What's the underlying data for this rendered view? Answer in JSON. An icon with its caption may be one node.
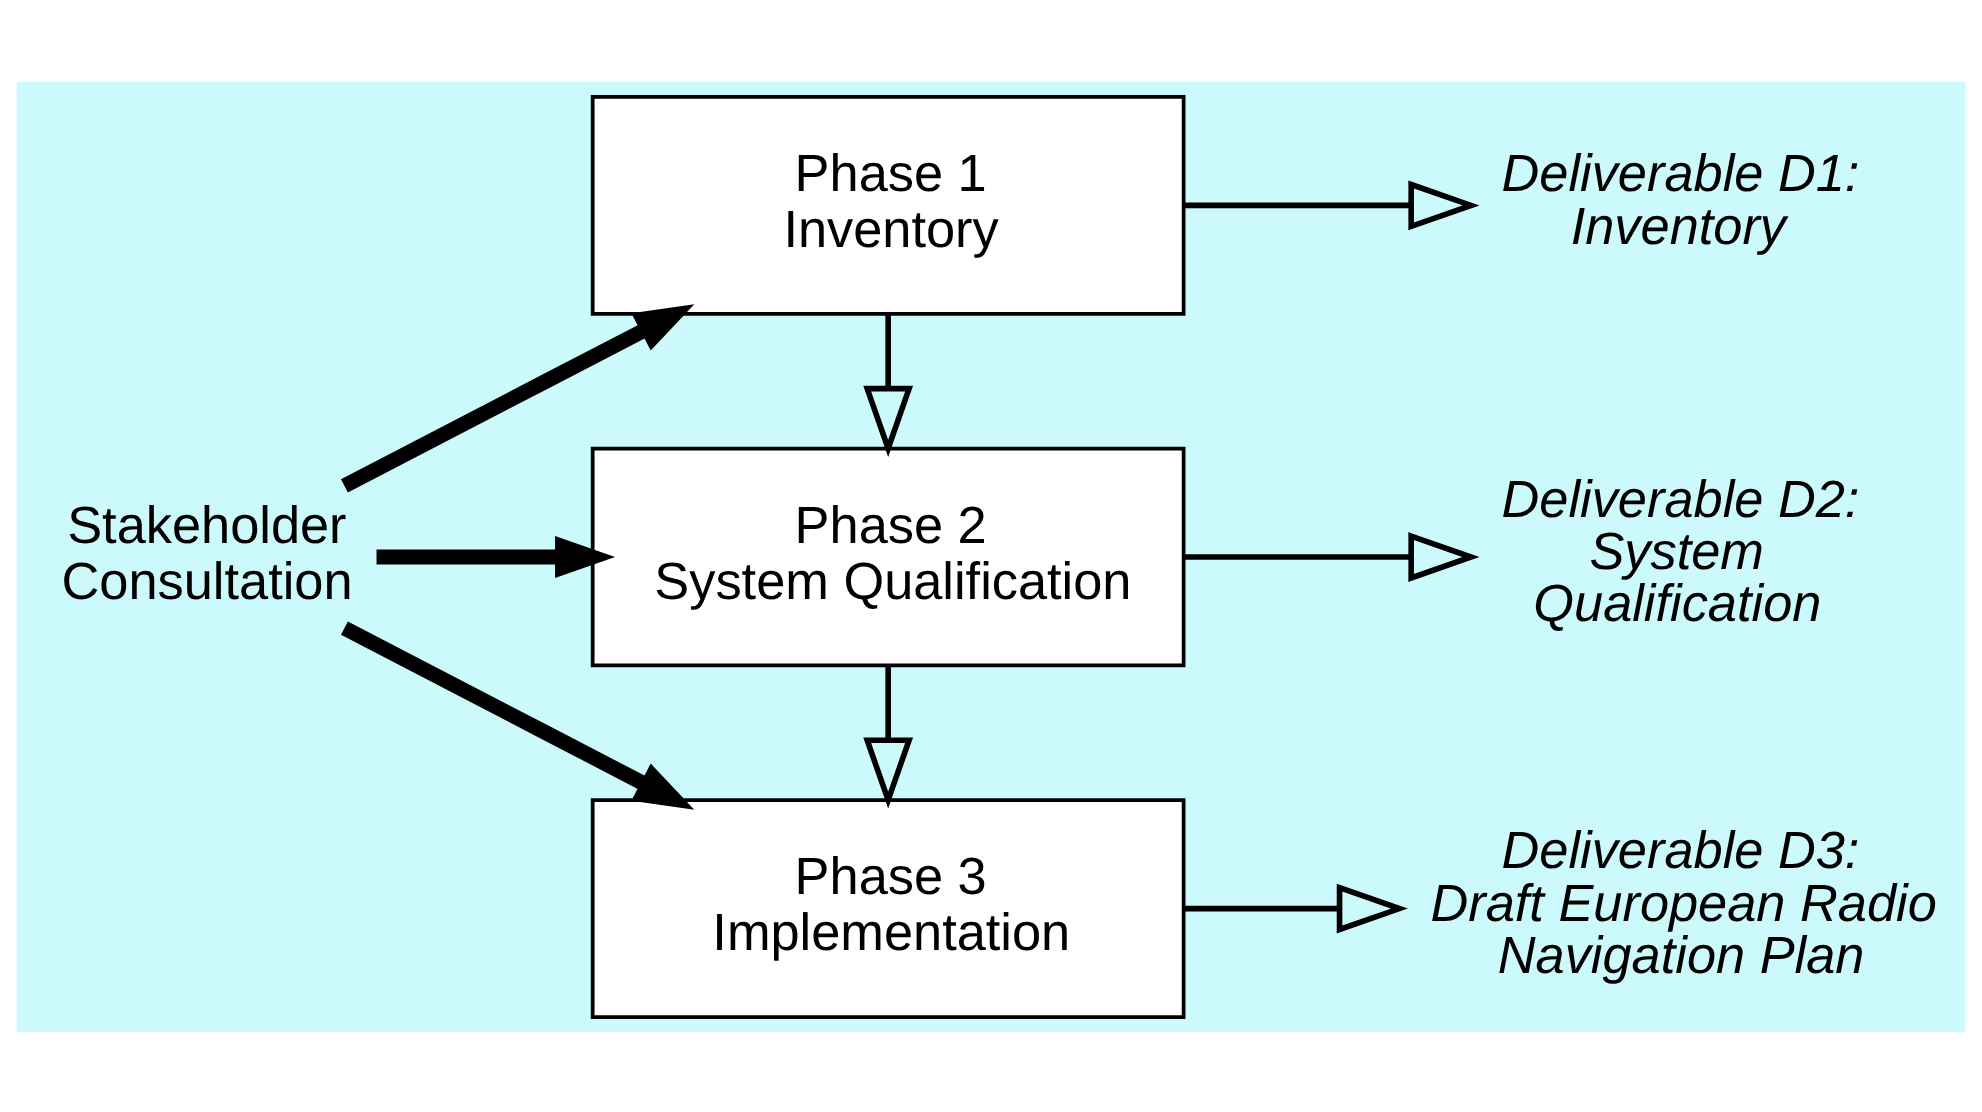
{
  "diagram": {
    "nodes": [
      {
        "text": [
          "Phase 1 Inventory"
        ]
      },
      {
        "text": [
          "Phase 2 System Qualification"
        ]
      },
      {
        "text": [
          "Phase 3 Implementation"
        ]
      },
      {
        "text": [
          "Stakeholder Consultation"
        ]
      },
      {
        "text": [
          "Deliverable D1: Inventory"
        ]
      },
      {
        "text": [
          "Deliverable D2: System Qualification"
        ]
      },
      {
        "text": [
          "Deliverable D3: Draft European Radio Navigation Plan"
        ]
      }
    ],
    "edges": [
      {
        "from": 3,
        "to": 0,
        "arrow": "to",
        "style": "thick"
      },
      {
        "from": 3,
        "to": 1,
        "arrow": "to",
        "style": "thick"
      },
      {
        "from": 3,
        "to": 2,
        "arrow": "to",
        "style": "thick"
      },
      {
        "from": 0,
        "to": 1,
        "arrow": "to"
      },
      {
        "from": 1,
        "to": 2,
        "arrow": "to"
      },
      {
        "from": 0,
        "to": 4,
        "arrow": "to"
      },
      {
        "from": 1,
        "to": 5,
        "arrow": "to"
      },
      {
        "from": 2,
        "to": 6,
        "arrow": "to"
      }
    ]
  }
}
